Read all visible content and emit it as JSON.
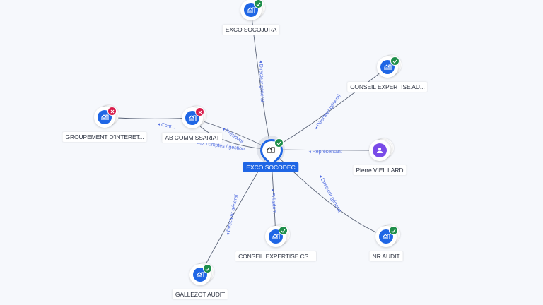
{
  "graph": {
    "center": {
      "label": "EXCO SOCODEC",
      "icon": "building-icon",
      "status": "active",
      "accent": "#1f66e5"
    },
    "nodes": [
      {
        "id": "socojura",
        "label": "EXCO SOCOJURA",
        "type": "company",
        "status": "active"
      },
      {
        "id": "conseil-au",
        "label": "CONSEIL EXPERTISE AU...",
        "type": "company",
        "status": "active"
      },
      {
        "id": "groupement",
        "label": "GROUPEMENT D'INTERET...",
        "type": "company",
        "status": "closed"
      },
      {
        "id": "ab-commissariat",
        "label": "AB COMMISSARIAT",
        "type": "company",
        "status": "closed"
      },
      {
        "id": "vieillard",
        "label": "Pierre VIEILLARD",
        "type": "person",
        "status": "none"
      },
      {
        "id": "nr-audit",
        "label": "NR AUDIT",
        "type": "company",
        "status": "active"
      },
      {
        "id": "conseil-cs",
        "label": "CONSEIL EXPERTISE CS...",
        "type": "company",
        "status": "active"
      },
      {
        "id": "gallezot",
        "label": "GALLEZOT AUDIT",
        "type": "company",
        "status": "active"
      }
    ],
    "edges": [
      {
        "from": "center",
        "to": "socojura",
        "label": "Directeur général"
      },
      {
        "from": "center",
        "to": "conseil-au",
        "label": "Directeur général"
      },
      {
        "from": "center",
        "to": "vieillard",
        "label": "Représentant"
      },
      {
        "from": "center",
        "to": "nr-audit",
        "label": "Directeur général"
      },
      {
        "from": "center",
        "to": "conseil-cs",
        "label": "Président"
      },
      {
        "from": "center",
        "to": "gallezot",
        "label": "Directeur général"
      },
      {
        "from": "center",
        "to": "ab-commissariat",
        "label": "Président"
      },
      {
        "from": "center",
        "to": "ab-commissariat",
        "label": "Commissaire aux comptes / gestion"
      },
      {
        "from": "ab-commissariat",
        "to": "groupement",
        "label": "Cont..."
      }
    ],
    "status_colors": {
      "active": "#1e8e4a",
      "closed": "#d81b4a"
    },
    "edge_label_color": "#4f6be0"
  }
}
